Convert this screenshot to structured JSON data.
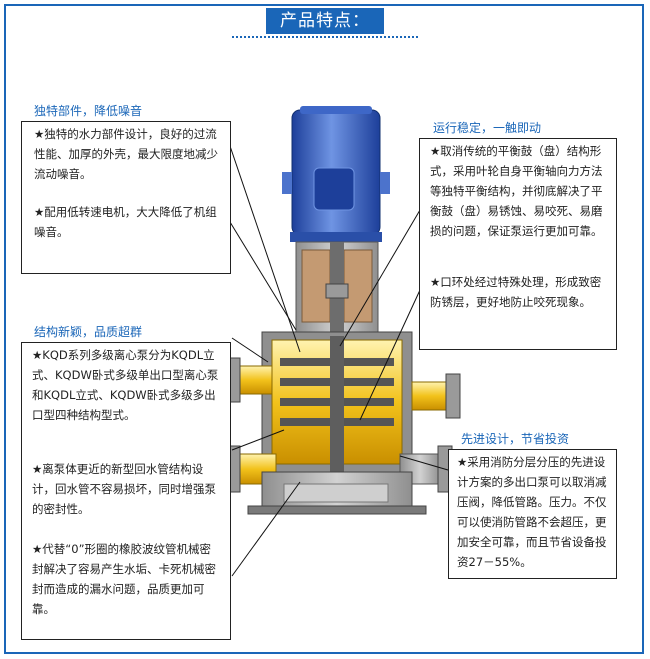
{
  "header": {
    "title": "产品特点："
  },
  "sections": {
    "unique": {
      "title": "独特部件，降低噪音",
      "p1": "★独特的水力部件设计，良好的过流性能、加厚的外壳，最大限度地减少流动噪音。",
      "p2": "★配用低转速电机，大大降低了机组噪音。"
    },
    "structure": {
      "title": "结构新颖，品质超群",
      "p1": "★KQD系列多级离心泵分为KQDL立式、KQDW卧式多级单出口型离心泵和KQDL立式、KQDW卧式多级多出口型四种结构型式。",
      "p2": "★离泵体更近的新型回水管结构设计，回水管不容易损坏，同时增强泵的密封性。",
      "p3": "★代替“0”形圈的橡胶波纹管机械密封解决了容易产生水垢、卡死机械密封而造成的漏水问题，品质更加可靠。"
    },
    "stable": {
      "title": "运行稳定，一触即动",
      "p1": "★取消传统的平衡鼓（盘）结构形式，采用叶轮自身平衡轴向力方法等独特平衡结构，并彻底解决了平衡鼓（盘）易锈蚀、易咬死、易磨损的问题，保证泵运行更加可靠。",
      "p2": "★口环处经过特殊处理，形成致密防锈层，更好地防止咬死现象。"
    },
    "advanced": {
      "title": "先进设计，节省投资",
      "p1": "★采用消防分层分压的先进设计方案的多出口泵可以取消减压阀，降低管路。压力。不仅可以使消防管路不会超压，更加安全可靠，而且节省设备投资27－55%。"
    }
  },
  "colors": {
    "accent": "#1a66b8",
    "motor_blue": "#2f5fbf",
    "pump_yellow": "#f2c21b",
    "cast_gray": "#b7b7b7"
  }
}
